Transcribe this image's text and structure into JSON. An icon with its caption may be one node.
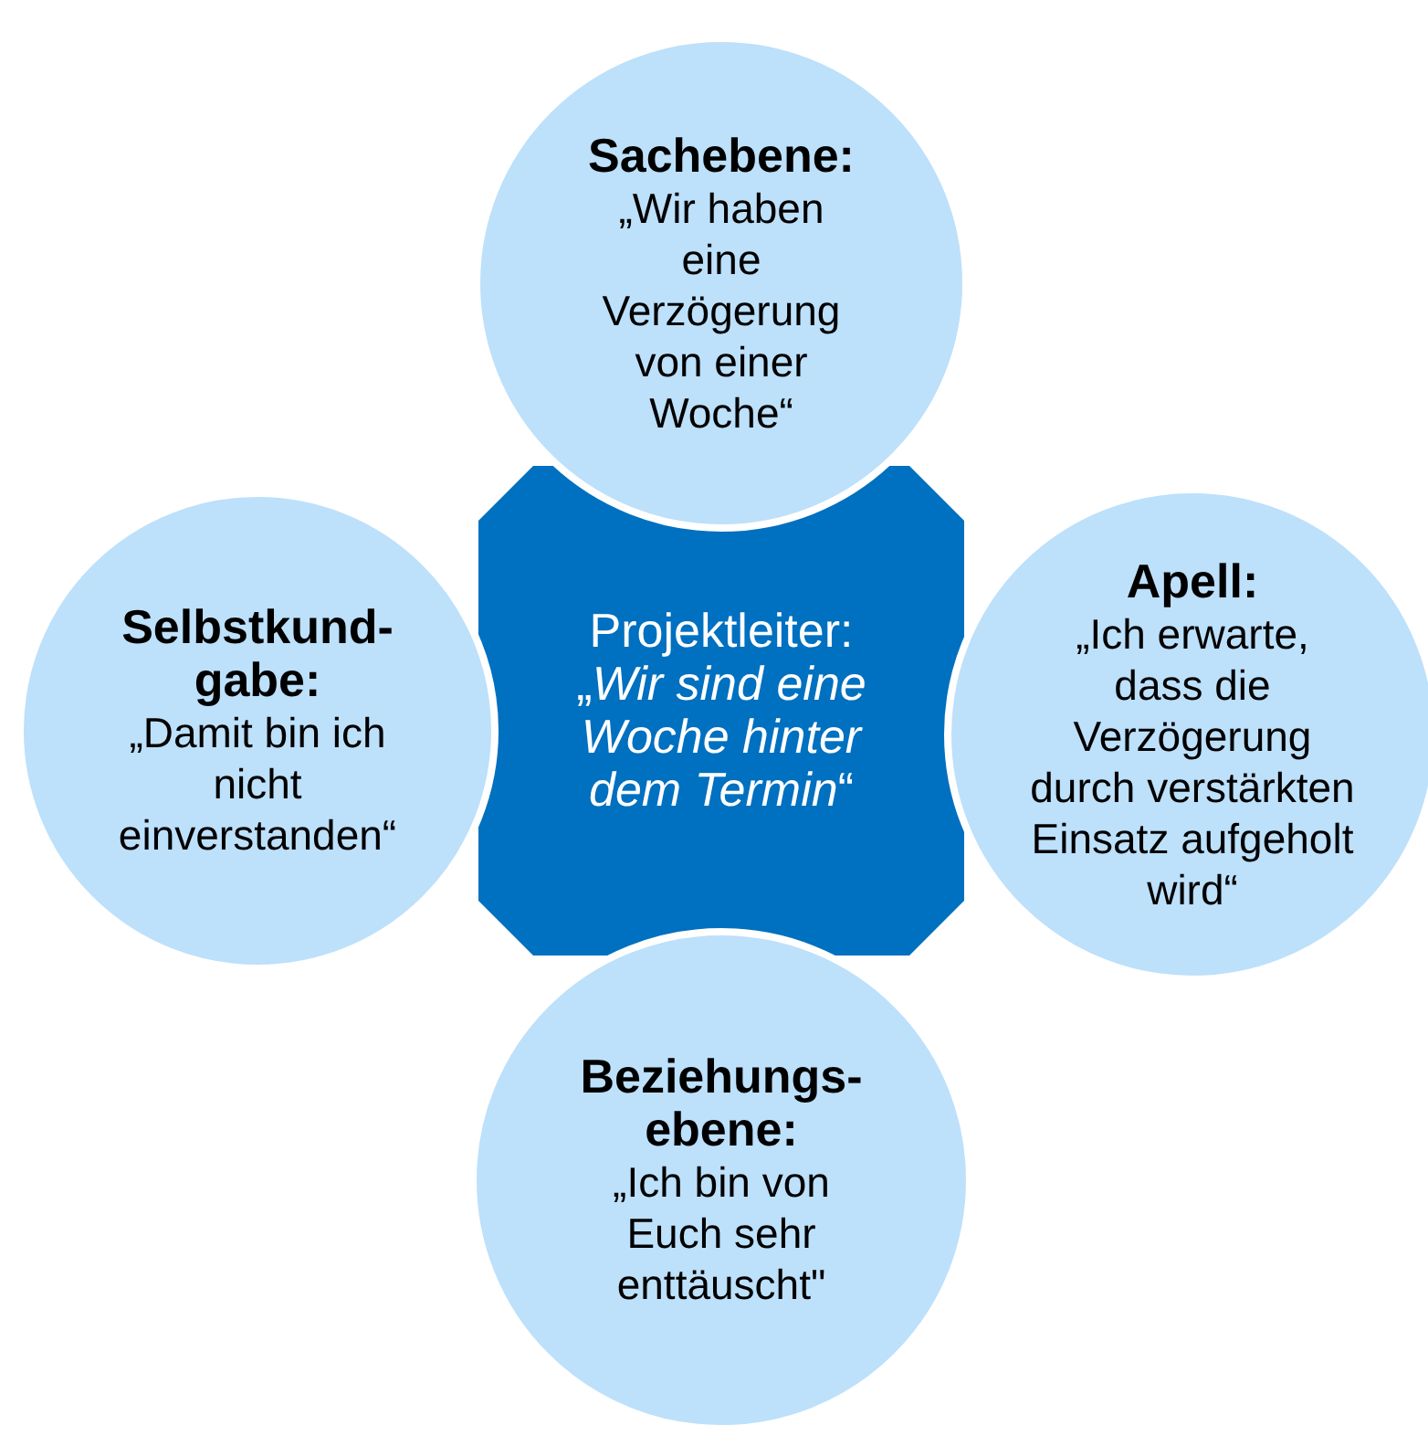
{
  "diagram": {
    "nodes": [
      {
        "text": [
          "Projektleiter:",
          "„*Wir sind eine Woche hinter dem Termin*“"
        ]
      },
      {
        "text": [
          "Sachebene:",
          "„Wir haben eine Verzögerung von einer Woche“"
        ]
      },
      {
        "text": [
          "Selbstkund- gabe:",
          "„Damit bin ich nicht einverstanden“"
        ]
      },
      {
        "text": [
          "Apell:",
          "„Ich erwarte, dass die Verzögerung durch verstärkten Einsatz aufgeholt wird“"
        ]
      },
      {
        "text": [
          "Beziehungs- ebene:",
          "„Ich bin von Euch sehr enttäuscht\""
        ]
      }
    ]
  }
}
